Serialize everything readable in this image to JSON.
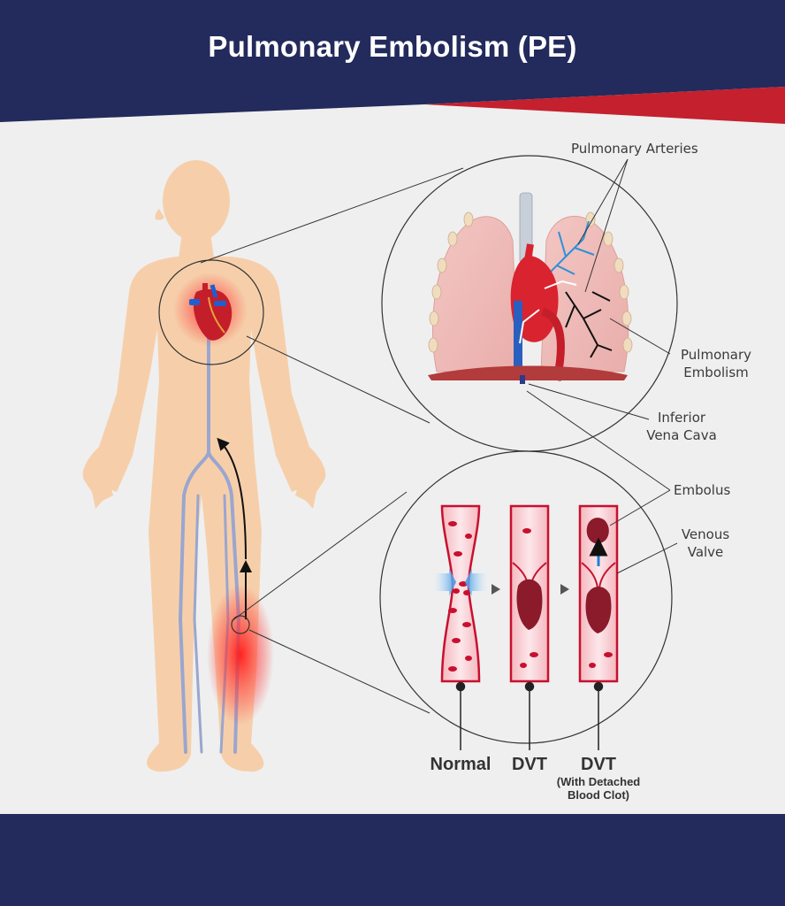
{
  "title": "Pulmonary Embolism (PE)",
  "labels": {
    "pulmonary_arteries": "Pulmonary Arteries",
    "pulmonary_embolism_line1": "Pulmonary",
    "pulmonary_embolism_line2": "Embolism",
    "inferior_vena_cava_line1": "Inferior",
    "inferior_vena_cava_line2": "Vena Cava",
    "embolus": "Embolus",
    "venous_valve_line1": "Venous",
    "venous_valve_line2": "Valve"
  },
  "stages": [
    {
      "label": "Normal",
      "sub_line1": "",
      "sub_line2": ""
    },
    {
      "label": "DVT",
      "sub_line1": "",
      "sub_line2": ""
    },
    {
      "label": "DVT",
      "sub_line1": "(With Detached",
      "sub_line2": "Blood Clot)"
    }
  ],
  "colors": {
    "header_navy": "#232a5c",
    "accent_red": "#c4202e",
    "skin": "#f6cfaa",
    "vein": "#9aa6cf",
    "blood": "#c8102e"
  }
}
